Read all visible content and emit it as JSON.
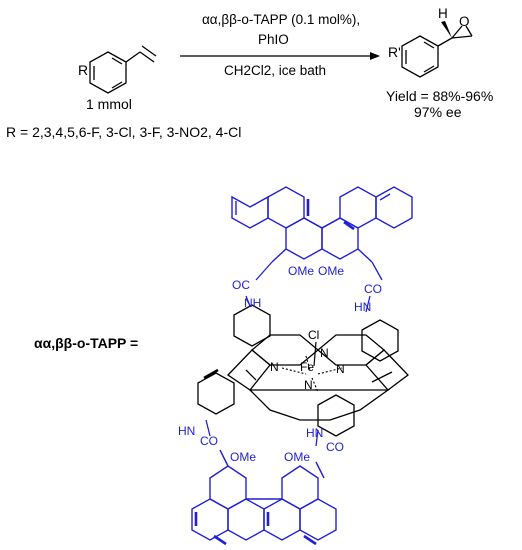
{
  "scheme": {
    "reagents": {
      "catalyst": "αα,ββ-o-TAPP (0.1 mol%),",
      "oxidant": "PhIO",
      "conditions": "CH2Cl2, ice bath"
    },
    "substrate": {
      "substituent": "R",
      "amount": "1 mmol",
      "r_groups": "R = 2,3,4,5,6-F, 3-Cl, 3-F, 3-NO2, 4-Cl"
    },
    "product": {
      "substituent": "R'",
      "stereo_h": "H",
      "oxygen": "O",
      "yield": "Yield = 88%-96%",
      "ee": "97% ee"
    }
  },
  "catalyst": {
    "definition_label": "αα,ββ-o-TAPP =",
    "atoms": {
      "metal": "Fe",
      "axial_ligand": "Cl",
      "nitrogen": "N",
      "amide_nh": "NH",
      "amide_nh_flipped": "HN",
      "amide_oc": "OC",
      "amide_co": "CO",
      "methoxy": "OMe",
      "methoxy_top_right": "OMe"
    }
  },
  "colors": {
    "binaphthyl_strap": "#1f1fd6",
    "porphyrin_core": "#000000"
  }
}
